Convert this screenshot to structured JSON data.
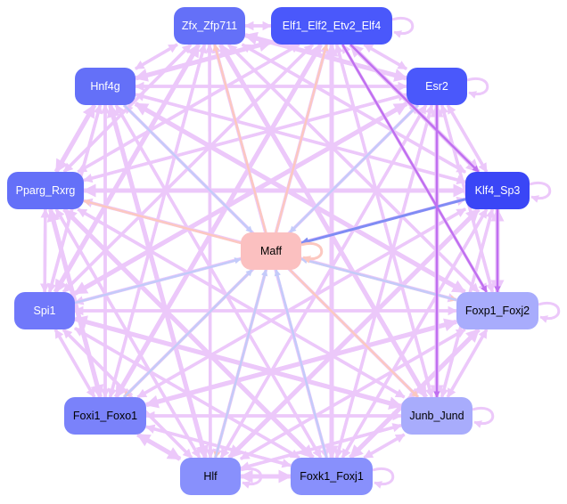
{
  "nodes": [
    {
      "id": "Zfx_Zfp711",
      "label": "Zfx_Zfp711",
      "color": "#6470f8",
      "text": "#ffffff"
    },
    {
      "id": "Elf1",
      "label": "Elf1_Elf2_Etv2_Elf4",
      "color": "#4a58fb",
      "text": "#ffffff"
    },
    {
      "id": "Hnf4g",
      "label": "Hnf4g",
      "color": "#6470f8",
      "text": "#ffffff"
    },
    {
      "id": "Esr2",
      "label": "Esr2",
      "color": "#4a58fb",
      "text": "#ffffff"
    },
    {
      "id": "Pparg_Rxrg",
      "label": "Pparg_Rxrg",
      "color": "#6470f8",
      "text": "#ffffff"
    },
    {
      "id": "Klf4_Sp3",
      "label": "Klf4_Sp3",
      "color": "#3a46f6",
      "text": "#ffffff"
    },
    {
      "id": "Maff",
      "label": "Maff",
      "color": "#fbc0c0",
      "text": "#000000"
    },
    {
      "id": "Spi1",
      "label": "Spi1",
      "color": "#7078fa",
      "text": "#ffffff"
    },
    {
      "id": "Foxp1_Foxj2",
      "label": "Foxp1_Foxj2",
      "color": "#a8acfc",
      "text": "#000000"
    },
    {
      "id": "Foxi1_Foxo1",
      "label": "Foxi1_Foxo1",
      "color": "#7a82fa",
      "text": "#000000"
    },
    {
      "id": "Junb_Jund",
      "label": "Junb_Jund",
      "color": "#a8acfc",
      "text": "#000000"
    },
    {
      "id": "Hlf",
      "label": "Hlf",
      "color": "#8890fc",
      "text": "#000000"
    },
    {
      "id": "Foxk1_Foxj1",
      "label": "Foxk1_Foxj1",
      "color": "#8890fc",
      "text": "#000000"
    }
  ],
  "edge_colors": {
    "default": "#ecc8fa",
    "salmon": "#fcc8c0",
    "blue": "#c4cbfa",
    "darkblue": "#7f8cf4",
    "purple": "#c070f0"
  },
  "self_loops": [
    1,
    3,
    5,
    8,
    10,
    11,
    12,
    6
  ],
  "special_edges": [
    [
      6,
      0,
      "salmon"
    ],
    [
      6,
      1,
      "salmon"
    ],
    [
      2,
      6,
      "blue"
    ],
    [
      3,
      6,
      "blue"
    ],
    [
      5,
      6,
      "darkblue"
    ],
    [
      6,
      4,
      "salmon"
    ],
    [
      7,
      6,
      "blue"
    ],
    [
      6,
      8,
      "salmon"
    ],
    [
      8,
      6,
      "blue"
    ],
    [
      6,
      9,
      "salmon"
    ],
    [
      9,
      6,
      "blue"
    ],
    [
      6,
      10,
      "salmon"
    ],
    [
      6,
      11,
      "salmon"
    ],
    [
      11,
      6,
      "blue"
    ],
    [
      12,
      6,
      "blue"
    ],
    [
      1,
      5,
      "purple"
    ],
    [
      1,
      8,
      "purple"
    ],
    [
      5,
      8,
      "purple"
    ],
    [
      3,
      10,
      "purple"
    ]
  ]
}
